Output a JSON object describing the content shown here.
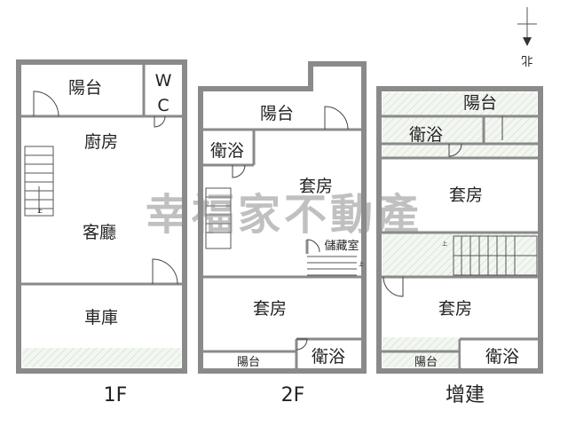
{
  "compass": {
    "label": "北"
  },
  "watermark": "幸福家不動產",
  "floors": [
    {
      "label": "1F",
      "rooms": [
        "陽台",
        "W",
        "C",
        "廚房",
        "客廳",
        "車庫"
      ],
      "stair_mark": "上"
    },
    {
      "label": "2F",
      "rooms": [
        "陽台",
        "衛浴",
        "套房",
        "儲藏室",
        "套房",
        "陽台",
        "衛浴"
      ],
      "stair_mark": "上"
    },
    {
      "label": "增建",
      "rooms": [
        "陽台",
        "衛浴",
        "套房",
        "套房",
        "陽台",
        "衛浴"
      ],
      "stair_mark": "上"
    }
  ]
}
